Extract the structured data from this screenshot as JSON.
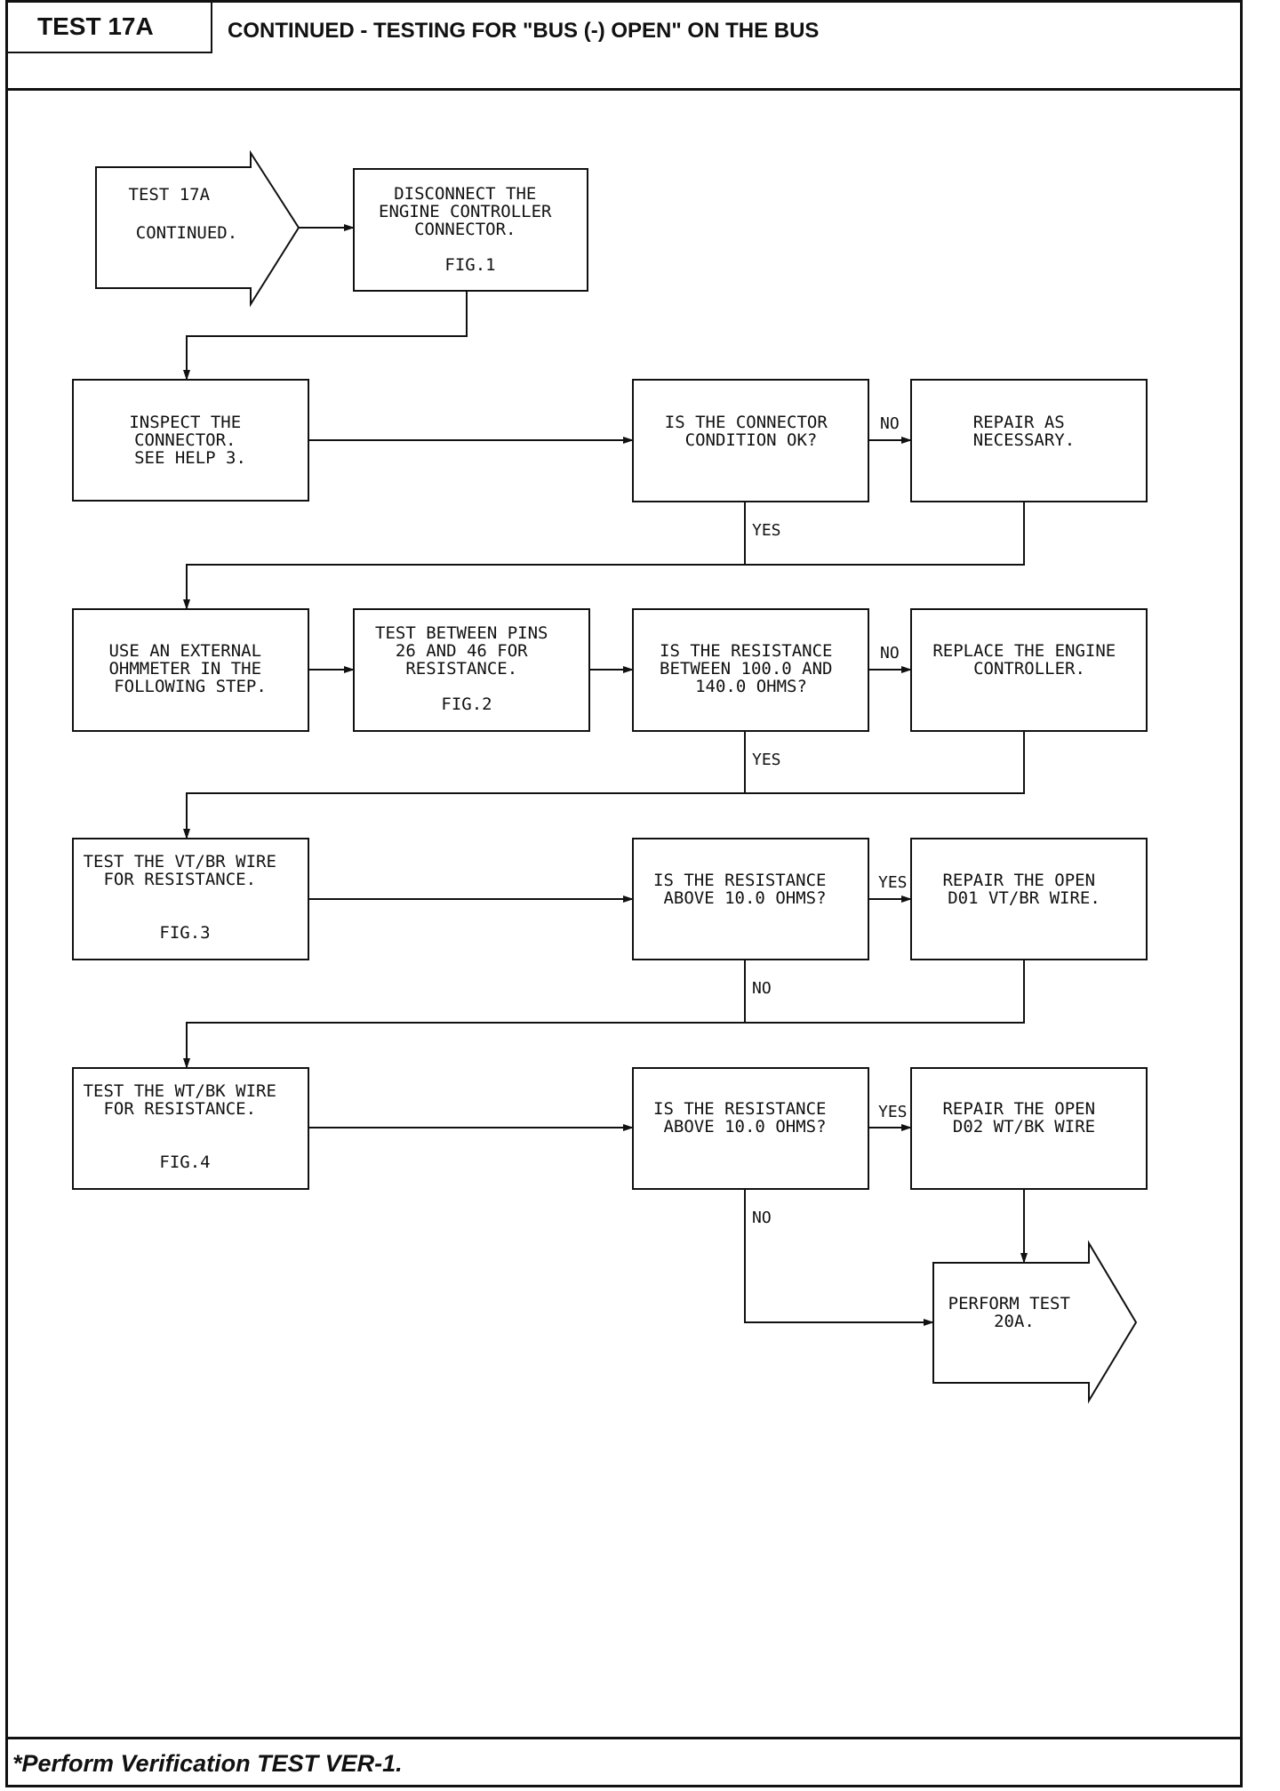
{
  "header": {
    "test_id": "TEST 17A",
    "title": "CONTINUED - TESTING FOR \"BUS (-) OPEN\" ON THE BUS"
  },
  "nodes": {
    "start": [
      "TEST 17A",
      "",
      "CONTINUED."
    ],
    "disconnect": [
      "DISCONNECT THE",
      "ENGINE CONTROLLER",
      "CONNECTOR.",
      "",
      "FIG.1"
    ],
    "inspect": [
      "INSPECT THE",
      "CONNECTOR.",
      "SEE HELP 3."
    ],
    "q_connector": [
      "IS THE CONNECTOR",
      "CONDITION OK?"
    ],
    "repair_connector": [
      "REPAIR AS",
      "NECESSARY."
    ],
    "use_ohmmeter": [
      "USE AN EXTERNAL",
      "OHMMETER IN THE",
      "FOLLOWING STEP."
    ],
    "test_pins": [
      "TEST BETWEEN PINS",
      "26 AND 46 FOR",
      "RESISTANCE.",
      "",
      "FIG.2"
    ],
    "q_resistance_range": [
      "IS THE RESISTANCE",
      "BETWEEN 100.0 AND",
      "140.0 OHMS?"
    ],
    "replace_controller": [
      "REPLACE THE ENGINE",
      "CONTROLLER."
    ],
    "test_vt_br": [
      "TEST THE VT/BR WIRE",
      "FOR RESISTANCE.",
      "",
      "",
      "FIG.3"
    ],
    "q_vt_br": [
      "IS THE RESISTANCE",
      "ABOVE 10.0 OHMS?"
    ],
    "repair_d01": [
      "REPAIR THE OPEN",
      "D01 VT/BR WIRE."
    ],
    "test_wt_bk": [
      "TEST THE WT/BK WIRE",
      "FOR RESISTANCE.",
      "",
      "",
      "FIG.4"
    ],
    "q_wt_bk": [
      "IS THE RESISTANCE",
      "ABOVE 10.0 OHMS?"
    ],
    "repair_d02": [
      "REPAIR THE OPEN",
      "D02 WT/BK WIRE"
    ],
    "end": [
      "PERFORM TEST",
      "20A."
    ]
  },
  "edge_labels": {
    "connector_no": "NO",
    "connector_yes": "YES",
    "range_no": "NO",
    "range_yes": "YES",
    "vt_br_yes": "YES",
    "vt_br_no": "NO",
    "wt_bk_yes": "YES",
    "wt_bk_no": "NO"
  },
  "footer": {
    "note": "*Perform Verification TEST VER-1."
  }
}
